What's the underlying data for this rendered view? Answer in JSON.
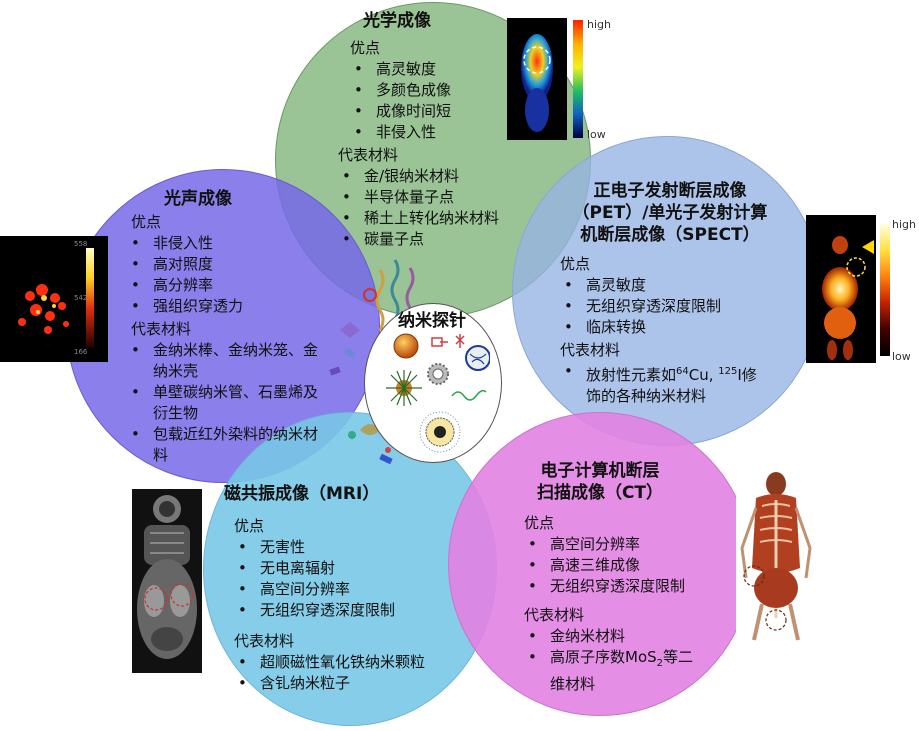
{
  "center": {
    "title": "纳米探针"
  },
  "optical": {
    "title": "光学成像",
    "adv_label": "优点",
    "adv": [
      "高灵敏度",
      "多颜色成像",
      "成像时间短",
      "非侵入性"
    ],
    "mat_label": "代表材料",
    "mat": [
      "金/银纳米材料",
      "半导体量子点",
      "稀土上转化纳米材料",
      "碳量子点"
    ],
    "scale_high": "high",
    "scale_low": "low"
  },
  "photoacoustic": {
    "title": "光声成像",
    "adv_label": "优点",
    "adv": [
      "非侵入性",
      "高对照度",
      "高分辨率",
      "强组织穿透力"
    ],
    "mat_label": "代表材料",
    "mat": [
      "金纳米棒、金纳米笼、金纳米壳",
      "单壁碳纳米管、石墨烯及衍生物",
      "包载近红外染料的纳米材料"
    ],
    "scale_top": "558",
    "scale_mid": "542",
    "scale_bottom": "166"
  },
  "pet": {
    "title_line1": "正电子发射断层成像",
    "title_line2": "（PET）/单光子发射计算",
    "title_line3": "机断层成像（SPECT）",
    "adv_label": "优点",
    "adv": [
      "高灵敏度",
      "无组织穿透深度限制",
      "临床转换"
    ],
    "mat_label": "代表材料",
    "mat_pre": "放射性元素如",
    "mat_sup1": "64",
    "mat_mid": "Cu, ",
    "mat_sup2": "125",
    "mat_post": "I修",
    "mat_line2": "饰的各种纳米材料",
    "scale_high": "high",
    "scale_low": "low"
  },
  "mri": {
    "title": "磁共振成像（MRI）",
    "adv_label": "优点",
    "adv": [
      "无害性",
      "无电离辐射",
      "高空间分辨率",
      "无组织穿透深度限制"
    ],
    "mat_label": "代表材料",
    "mat": [
      "超顺磁性氧化铁纳米颗粒",
      "含钆纳米粒子"
    ]
  },
  "ct": {
    "title_line1": "电子计算机断层",
    "title_line2": "扫描成像（CT）",
    "adv_label": "优点",
    "adv": [
      "高空间分辨率",
      "高速三维成像",
      "无组织穿透深度限制"
    ],
    "mat_label": "代表材料",
    "mat1": "金纳米材料",
    "mat2_pre": "高原子序数MoS",
    "mat2_sub": "2",
    "mat2_post": "等二",
    "mat2_line2": "维材料"
  },
  "colors": {
    "optical": "#7db278",
    "photoacoustic": "#7668e8",
    "pet": "#96b4e4",
    "mri": "#78c8e6",
    "ct": "#e282e2"
  }
}
